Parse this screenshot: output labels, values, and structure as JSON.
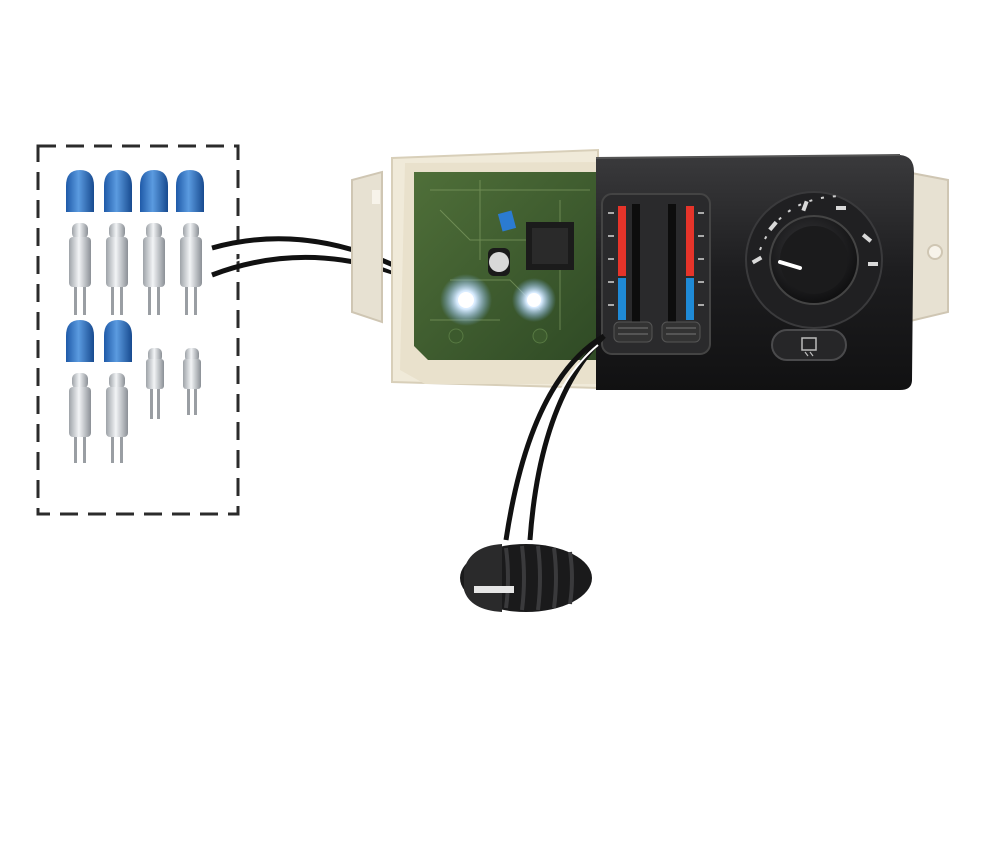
{
  "scene": {
    "background": "#ffffff"
  },
  "kit": {
    "bulb_groups": [
      {
        "row": 1,
        "count": 4,
        "with_blue_caps": 4
      },
      {
        "row": 2,
        "count": 4,
        "with_blue_caps": 2
      }
    ],
    "led_cap_color": "#2f73c3"
  },
  "panel": {
    "type": "climate-control-head-unit",
    "slider_count": 2,
    "slider_scale_colors": [
      "#e6342a",
      "#1f8ad6"
    ],
    "knob": "temperature-mode-knob",
    "button": "defrost-button"
  },
  "accessory": {
    "type": "replacement-slider-knob",
    "color": "#1f1f1f"
  }
}
